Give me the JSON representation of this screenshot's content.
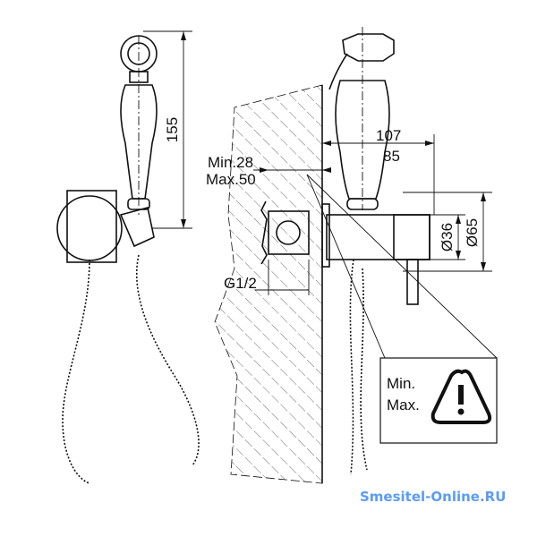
{
  "dimensions": {
    "height_155": "155",
    "depth_107": "107",
    "depth_85": "85",
    "wall_min": "Min.28",
    "wall_max": "Max.50",
    "dia_36": "Ø36",
    "dia_65": "Ø65",
    "thread": "G1/2"
  },
  "warning": {
    "min": "Min.",
    "max": "Max.",
    "icon": "warning-triangle-icon"
  },
  "watermark": "Smesitel-Online.RU"
}
